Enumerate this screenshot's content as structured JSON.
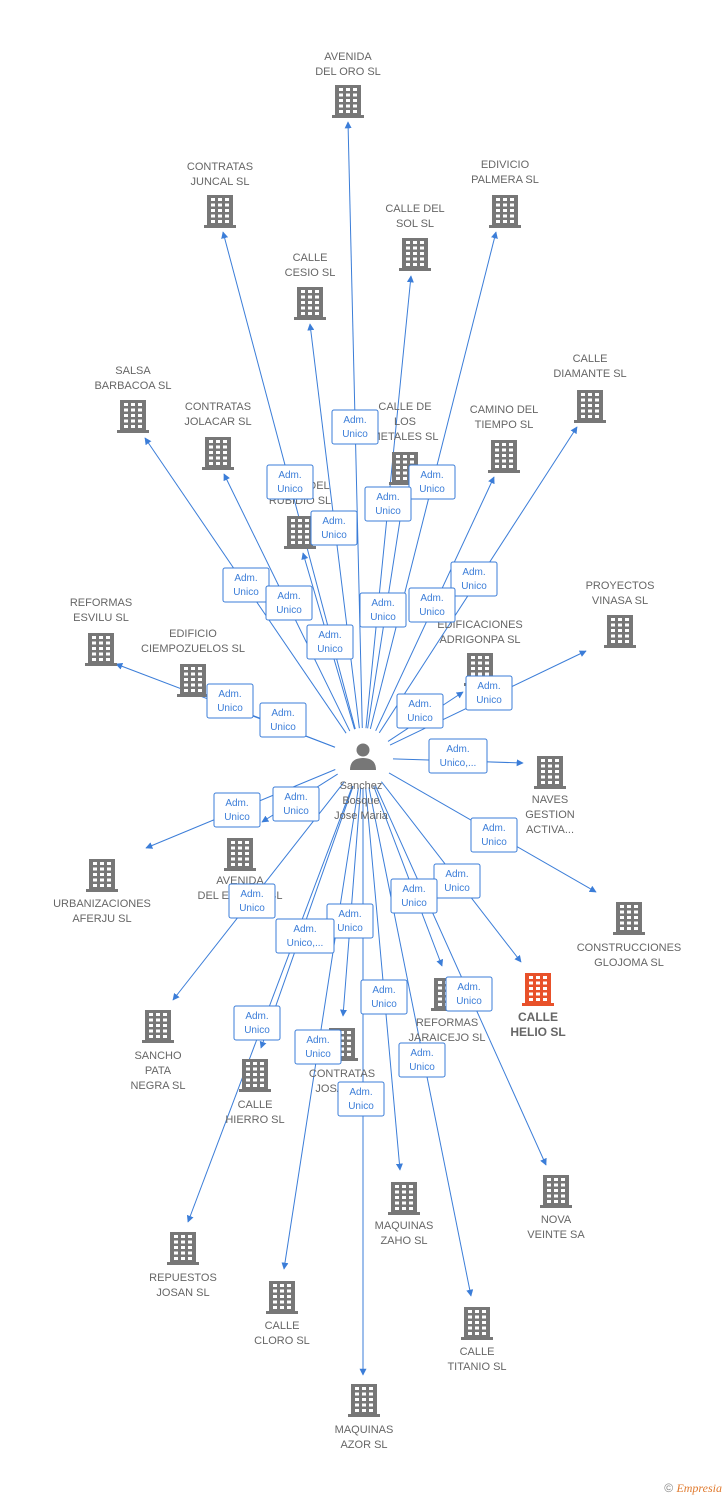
{
  "center": {
    "name_lines": [
      "Sanchez",
      "Bosque",
      "Jose Maria"
    ]
  },
  "companies": [
    {
      "id": "avenida-del-oro",
      "lines": [
        "AVENIDA",
        "DEL ORO SL"
      ]
    },
    {
      "id": "contratas-juncal",
      "lines": [
        "CONTRATAS",
        "JUNCAL SL"
      ]
    },
    {
      "id": "edivicio-palmera",
      "lines": [
        "EDIVICIO",
        "PALMERA SL"
      ]
    },
    {
      "id": "calle-del-sol",
      "lines": [
        "CALLE DEL",
        "SOL SL"
      ]
    },
    {
      "id": "calle-cesio",
      "lines": [
        "CALLE",
        "CESIO SL"
      ]
    },
    {
      "id": "calle-diamante",
      "lines": [
        "CALLE",
        "DIAMANTE SL"
      ]
    },
    {
      "id": "salsa-barbacoa",
      "lines": [
        "SALSA",
        "BARBACOA SL"
      ]
    },
    {
      "id": "contratas-jolacar",
      "lines": [
        "CONTRATAS",
        "JOLACAR SL"
      ]
    },
    {
      "id": "calle-de-los-metales",
      "lines": [
        "CALLE DE",
        "LOS",
        "METALES SL"
      ]
    },
    {
      "id": "camino-del-tiempo",
      "lines": [
        "CAMINO DEL",
        "TIEMPO SL"
      ]
    },
    {
      "id": "calle-del-rubidio",
      "lines": [
        "CALLE DEL",
        "RUBIDIO SL"
      ]
    },
    {
      "id": "proyectos-vinasa",
      "lines": [
        "PROYECTOS",
        "VINASA SL"
      ]
    },
    {
      "id": "reformas-esvilu",
      "lines": [
        "REFORMAS",
        "ESVILU SL"
      ]
    },
    {
      "id": "edificio-ciempozuelos",
      "lines": [
        "EDIFICIO",
        "CIEMPOZUELOS SL"
      ]
    },
    {
      "id": "edificaciones-adrigonpa",
      "lines": [
        "EDIFICACIONES",
        "ADRIGONPA SL"
      ]
    },
    {
      "id": "naves-gestion-activa",
      "lines": [
        "NAVES",
        "GESTION",
        "ACTIVA..."
      ]
    },
    {
      "id": "urbanizaciones-aferju",
      "lines": [
        "URBANIZACIONES",
        "AFERJU SL"
      ]
    },
    {
      "id": "avenida-del-estanio",
      "lines": [
        "AVENIDA",
        "DEL ESTAÑO SL"
      ]
    },
    {
      "id": "construcciones-glojoma",
      "lines": [
        "CONSTRUCCIONES",
        "GLOJOMA SL"
      ]
    },
    {
      "id": "calle-helio",
      "lines": [
        "CALLE",
        "HELIO SL"
      ],
      "highlight": true
    },
    {
      "id": "reformas-jaraicejo",
      "lines": [
        "REFORMAS",
        "JARAICEJO SL"
      ]
    },
    {
      "id": "sancho-pata-negra",
      "lines": [
        "SANCHO",
        "PATA",
        "NEGRA  SL"
      ]
    },
    {
      "id": "contratas-josan",
      "lines": [
        "CONTRATAS",
        "JOSAN SL"
      ]
    },
    {
      "id": "calle-hierro",
      "lines": [
        "CALLE",
        "HIERRO SL"
      ]
    },
    {
      "id": "nova-veinte",
      "lines": [
        "NOVA",
        "VEINTE SA"
      ]
    },
    {
      "id": "maquinas-zaho",
      "lines": [
        "MAQUINAS",
        "ZAHO  SL"
      ]
    },
    {
      "id": "repuestos-josan",
      "lines": [
        "REPUESTOS",
        "JOSAN  SL"
      ]
    },
    {
      "id": "calle-cloro",
      "lines": [
        "CALLE",
        "CLORO SL"
      ]
    },
    {
      "id": "calle-titanio",
      "lines": [
        "CALLE",
        "TITANIO SL"
      ]
    },
    {
      "id": "maquinas-azor",
      "lines": [
        "MAQUINAS",
        "AZOR  SL"
      ]
    }
  ],
  "relations": [
    {
      "to": "avenida-del-oro",
      "lines": [
        "Adm.",
        "Unico"
      ]
    },
    {
      "to": "contratas-juncal",
      "lines": [
        "Adm.",
        "Unico"
      ]
    },
    {
      "to": "edivicio-palmera",
      "lines": [
        "Adm.",
        "Unico"
      ]
    },
    {
      "to": "calle-del-sol",
      "lines": [
        "Adm.",
        "Unico"
      ]
    },
    {
      "to": "calle-cesio",
      "lines": [
        "Adm.",
        "Unico"
      ]
    },
    {
      "to": "calle-diamante",
      "lines": [
        "Adm.",
        "Unico"
      ]
    },
    {
      "to": "salsa-barbacoa",
      "lines": [
        "Adm.",
        "Unico"
      ]
    },
    {
      "to": "contratas-jolacar",
      "lines": [
        "Adm.",
        "Unico"
      ]
    },
    {
      "to": "calle-de-los-metales",
      "lines": [
        "Adm.",
        "Unico"
      ]
    },
    {
      "to": "camino-del-tiempo",
      "lines": [
        "Adm.",
        "Unico"
      ]
    },
    {
      "to": "calle-del-rubidio",
      "lines": [
        "Adm.",
        "Unico"
      ]
    },
    {
      "to": "proyectos-vinasa",
      "lines": [
        "Adm.",
        "Unico"
      ]
    },
    {
      "to": "reformas-esvilu",
      "lines": [
        "Adm.",
        "Unico"
      ]
    },
    {
      "to": "edificio-ciempozuelos",
      "lines": [
        "Adm.",
        "Unico"
      ]
    },
    {
      "to": "edificaciones-adrigonpa",
      "lines": [
        "Adm.",
        "Unico"
      ]
    },
    {
      "to": "naves-gestion-activa",
      "lines": [
        "Adm.",
        "Unico,..."
      ]
    },
    {
      "to": "urbanizaciones-aferju",
      "lines": [
        "Adm.",
        "Unico"
      ]
    },
    {
      "to": "avenida-del-estanio",
      "lines": [
        "Adm.",
        "Unico"
      ]
    },
    {
      "to": "construcciones-glojoma",
      "lines": [
        "Adm.",
        "Unico"
      ]
    },
    {
      "to": "calle-helio",
      "lines": [
        "Adm.",
        "Unico"
      ]
    },
    {
      "to": "reformas-jaraicejo",
      "lines": [
        "Adm.",
        "Unico"
      ]
    },
    {
      "to": "sancho-pata-negra",
      "lines": [
        "Adm.",
        "Unico"
      ]
    },
    {
      "to": "contratas-josan",
      "lines": [
        "Adm.",
        "Unico"
      ]
    },
    {
      "to": "calle-hierro",
      "lines": [
        "Adm.",
        "Unico,..."
      ]
    },
    {
      "to": "nova-veinte",
      "lines": [
        "Adm.",
        "Unico"
      ]
    },
    {
      "to": "maquinas-zaho",
      "lines": [
        "Adm.",
        "Unico"
      ]
    },
    {
      "to": "repuestos-josan",
      "lines": [
        "Adm.",
        "Unico"
      ]
    },
    {
      "to": "calle-cloro",
      "lines": [
        "Adm.",
        "Unico"
      ]
    },
    {
      "to": "calle-titanio",
      "lines": [
        "Adm.",
        "Unico"
      ]
    },
    {
      "to": "maquinas-azor",
      "lines": [
        "Adm.",
        "Unico"
      ]
    }
  ],
  "colors": {
    "edge": "#3b7dd8",
    "building": "#777777",
    "highlight": "#e8512a",
    "person": "#777777"
  },
  "footer": {
    "symbol": "©",
    "brand": "Empresia"
  }
}
